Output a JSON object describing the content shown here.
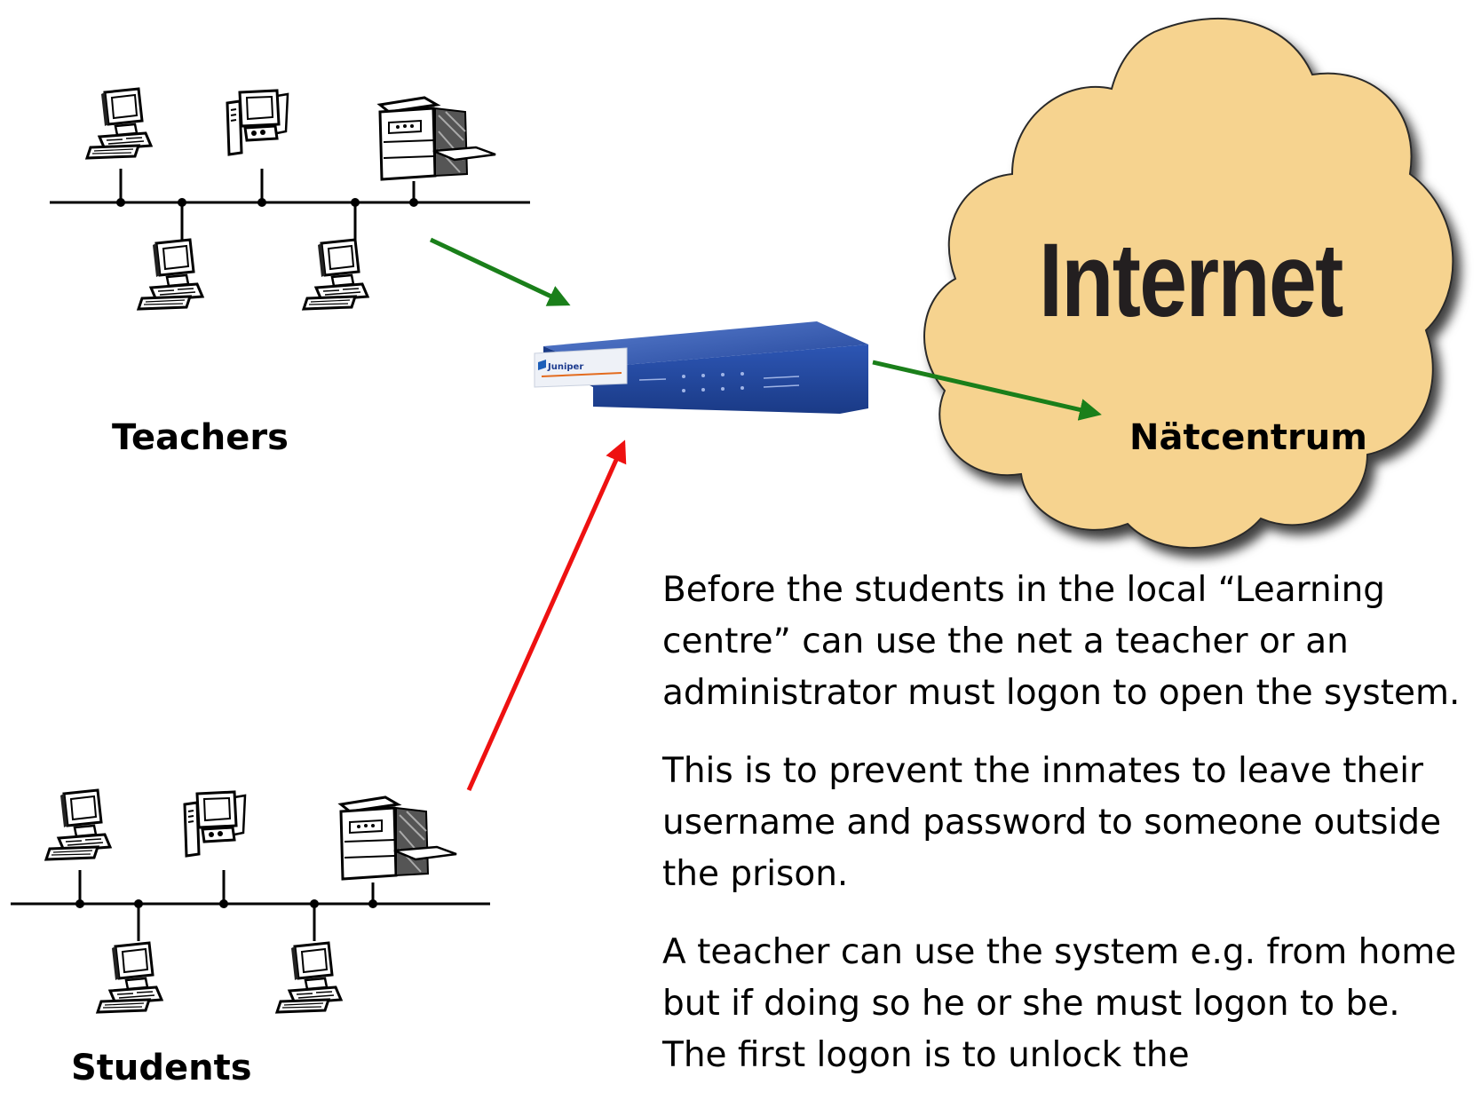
{
  "labels": {
    "teachers": "Teachers",
    "students": "Students",
    "cloud_title": "Internet",
    "cloud_caption": "Nätcentrum",
    "router_brand": "Juniper"
  },
  "paragraphs": [
    "Before the students in the local “Learning centre” can use the net a teacher or an administrator must logon to open the system.",
    "This is to prevent the inmates to leave their username and password to someone outside the prison.",
    "A teacher can use the system e.g. from home but if doing so he or she must logon to be. The first logon is to unlock the"
  ],
  "colors": {
    "cloud_fill": "#f6d38f",
    "router_blue": "#2a4fa8",
    "arrow_green": "#1a7f1a",
    "arrow_red": "#ee1111"
  }
}
